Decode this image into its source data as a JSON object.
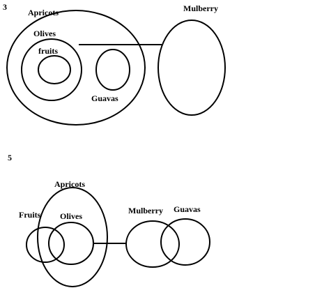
{
  "diagram_1": {
    "number": "3",
    "labels": {
      "apricots": "Apricots",
      "olives": "Olives",
      "fruits": "fruits",
      "guavas": "Guavas",
      "mulberry": "Mulberry"
    }
  },
  "diagram_2": {
    "number": "5",
    "labels": {
      "apricots": "Apricots",
      "fruits": "Fruits",
      "olives": "Olives",
      "mulberry": "Mulberry",
      "guavas": "Guavas"
    }
  }
}
